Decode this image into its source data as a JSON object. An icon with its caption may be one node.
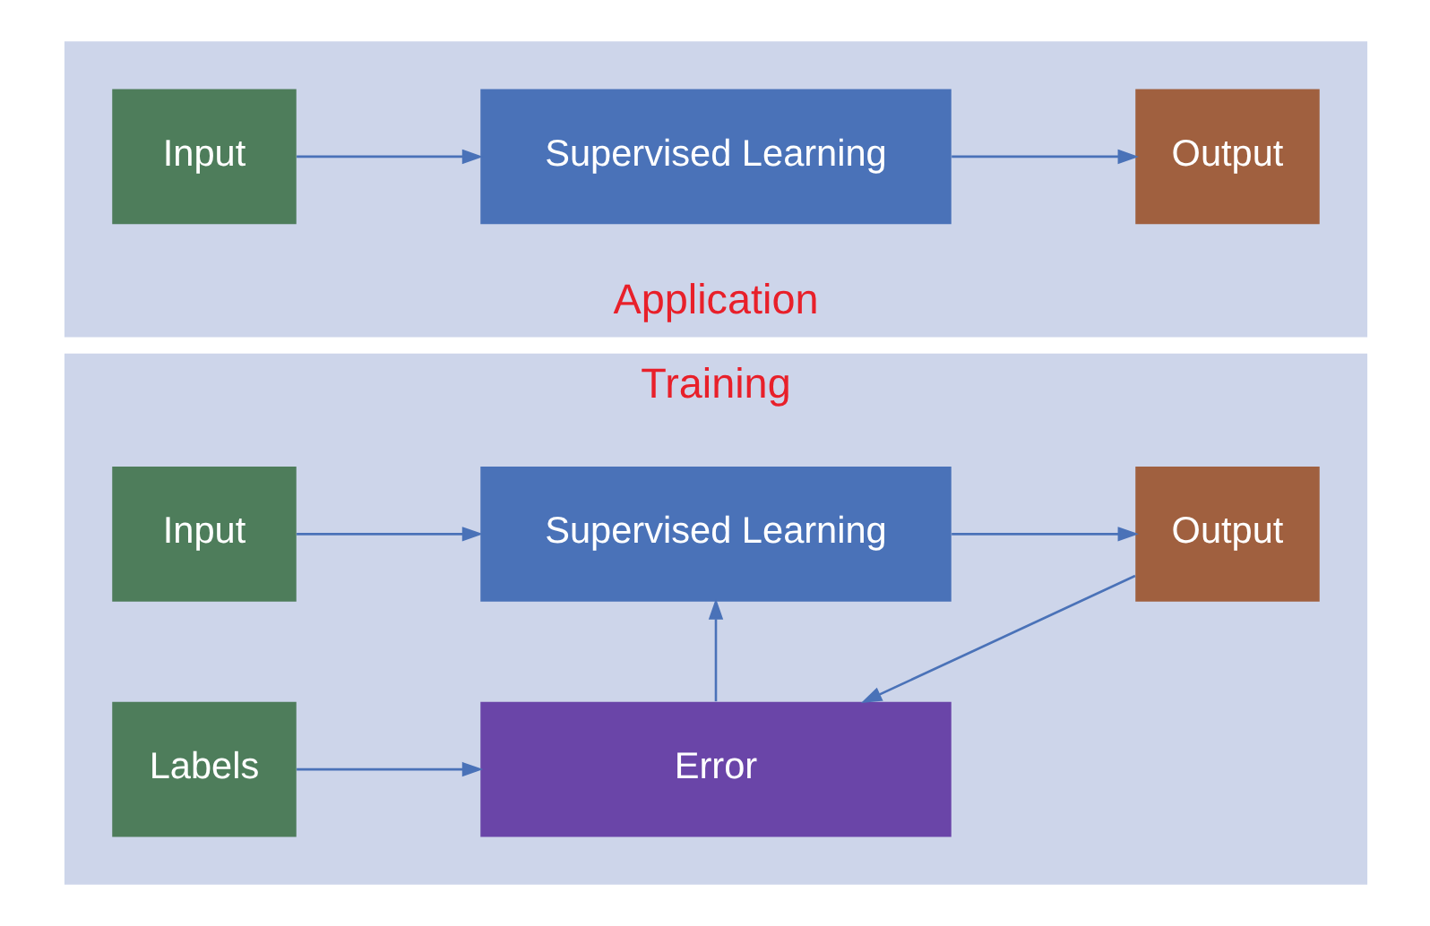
{
  "diagram": {
    "nodes": [
      {
        "text": [
          "Training"
        ]
      },
      {
        "text": [
          "Input"
        ],
        "in": 0
      },
      {
        "text": [
          "Supervised Learning"
        ],
        "in": 0
      },
      {
        "text": [
          "Output"
        ],
        "in": 0
      },
      {
        "text": [
          "Labels"
        ],
        "in": 0
      },
      {
        "text": [
          "Error"
        ],
        "in": 0
      },
      {
        "text": [
          "Application"
        ]
      },
      {
        "text": [
          "Input"
        ],
        "in": 6
      },
      {
        "text": [
          "Supervised Learning"
        ],
        "in": 6
      },
      {
        "text": [
          "Output"
        ],
        "in": 6
      }
    ],
    "edges": [
      {
        "from": 1,
        "to": 2,
        "arrow": "to"
      },
      {
        "from": 2,
        "to": 3,
        "arrow": "to"
      },
      {
        "from": 5,
        "to": 2,
        "arrow": "to"
      },
      {
        "from": 3,
        "to": 5,
        "arrow": "to"
      },
      {
        "from": 4,
        "to": 5,
        "arrow": "to"
      },
      {
        "from": 7,
        "to": 8,
        "arrow": "to"
      },
      {
        "from": 8,
        "to": 9,
        "arrow": "to"
      }
    ]
  }
}
